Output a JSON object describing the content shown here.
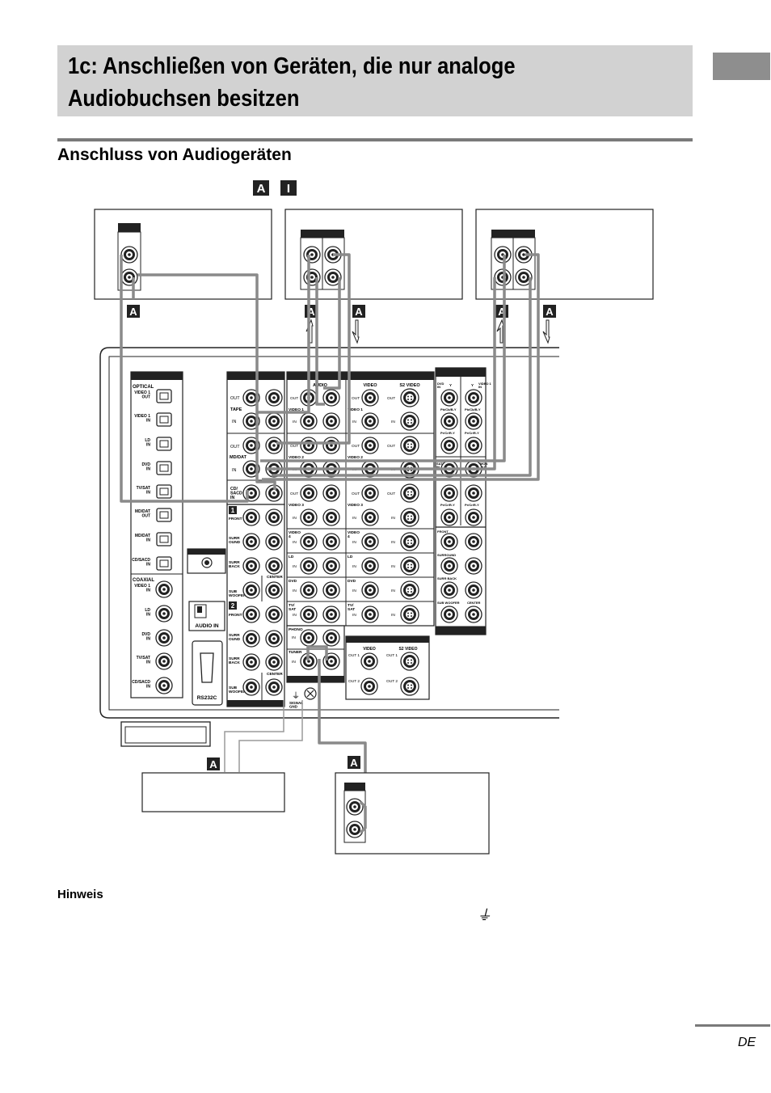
{
  "page": {
    "title_line1": "1c: Anschließen von Geräten, die nur analoge",
    "title_line2": "Audiobuchsen besitzen",
    "section_heading": "Anschluss von Audiogeräten",
    "note_heading": "Hinweis",
    "note_symbol": "⏚",
    "footer_lang": "DE"
  },
  "diagram": {
    "top_markers": [
      "A",
      "I"
    ],
    "cable_label": "A",
    "optical": {
      "header": "OPTICAL",
      "jacks": [
        "VIDEO 1\nOUT",
        "VIDEO 1\nIN",
        "LD\nIN",
        "DVD\nIN",
        "TV/SAT\nIN",
        "MD/DAT\nOUT",
        "MD/DAT\nIN",
        "CD/SACD\nIN"
      ]
    },
    "coaxial": {
      "header": "COAXIAL",
      "jacks": [
        "VIDEO 1\nIN",
        "LD\nIN",
        "DVD\nIN",
        "TV/SAT\nIN",
        "CD/SACD\nIN"
      ]
    },
    "audio_in_label": "AUDIO IN",
    "rs232c_label": "RS232C",
    "left_audio": {
      "rows": [
        "OUT",
        "TAPE",
        "IN",
        "OUT",
        "MD/DAT",
        "IN",
        "CD/\nSACD\nIN"
      ]
    },
    "multi_ch": {
      "marker1": "1",
      "marker2": "2",
      "rows": [
        "FRONT",
        "SURR\nOUND",
        "SURR\nBACK",
        "SUB\nWOOFER"
      ],
      "center_label": "CENTER"
    },
    "middle_headers": {
      "audio": "AUDIO",
      "video": "VIDEO",
      "s2video": "S2 VIDEO"
    },
    "middle_rows": [
      "VIDEO 1",
      "VIDEO 2",
      "VIDEO 3",
      "VIDEO\n4",
      "LD",
      "DVD",
      "TV/\nSAT"
    ],
    "jack_out": "OUT",
    "jack_in": "IN",
    "phono_label": "PHONO",
    "tuner_label": "TUNER",
    "signal_gnd_label": "SIGNAL\nGND",
    "monitor": {
      "video_label": "VIDEO",
      "s2video_label": "S2 VIDEO",
      "out1": "OUT 1",
      "out2": "OUT 2"
    },
    "component": {
      "dvd_in": "DVD\nIN",
      "video1_in": "VIDEO 1\nIN",
      "y": "Y",
      "pb": "Pb/Cb/B-Y",
      "pr": "Pr/Cr/R-Y",
      "sat_in": "SAT\nIN",
      "mon_out": "MON\nOUT"
    },
    "preout": {
      "rows": [
        "FRONT",
        "SURROUND",
        "SURR BACK",
        "SUB WOOFER"
      ],
      "center_label": "CENTER"
    }
  },
  "colors": {
    "title_bg": "#d2d2d2",
    "tab_marker": "#8e8e8e",
    "rule": "#7a7a7a",
    "cable": "#8a8a8a"
  }
}
